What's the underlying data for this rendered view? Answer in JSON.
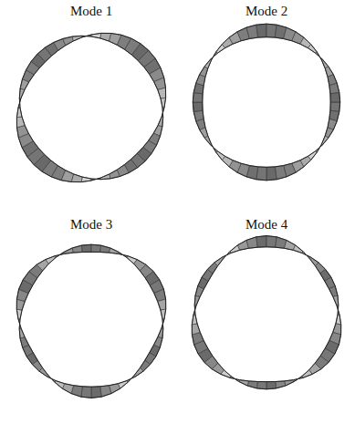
{
  "diagram": {
    "labels": [
      "Mode 1",
      "Mode 2",
      "Mode 3",
      "Mode 4"
    ]
  }
}
